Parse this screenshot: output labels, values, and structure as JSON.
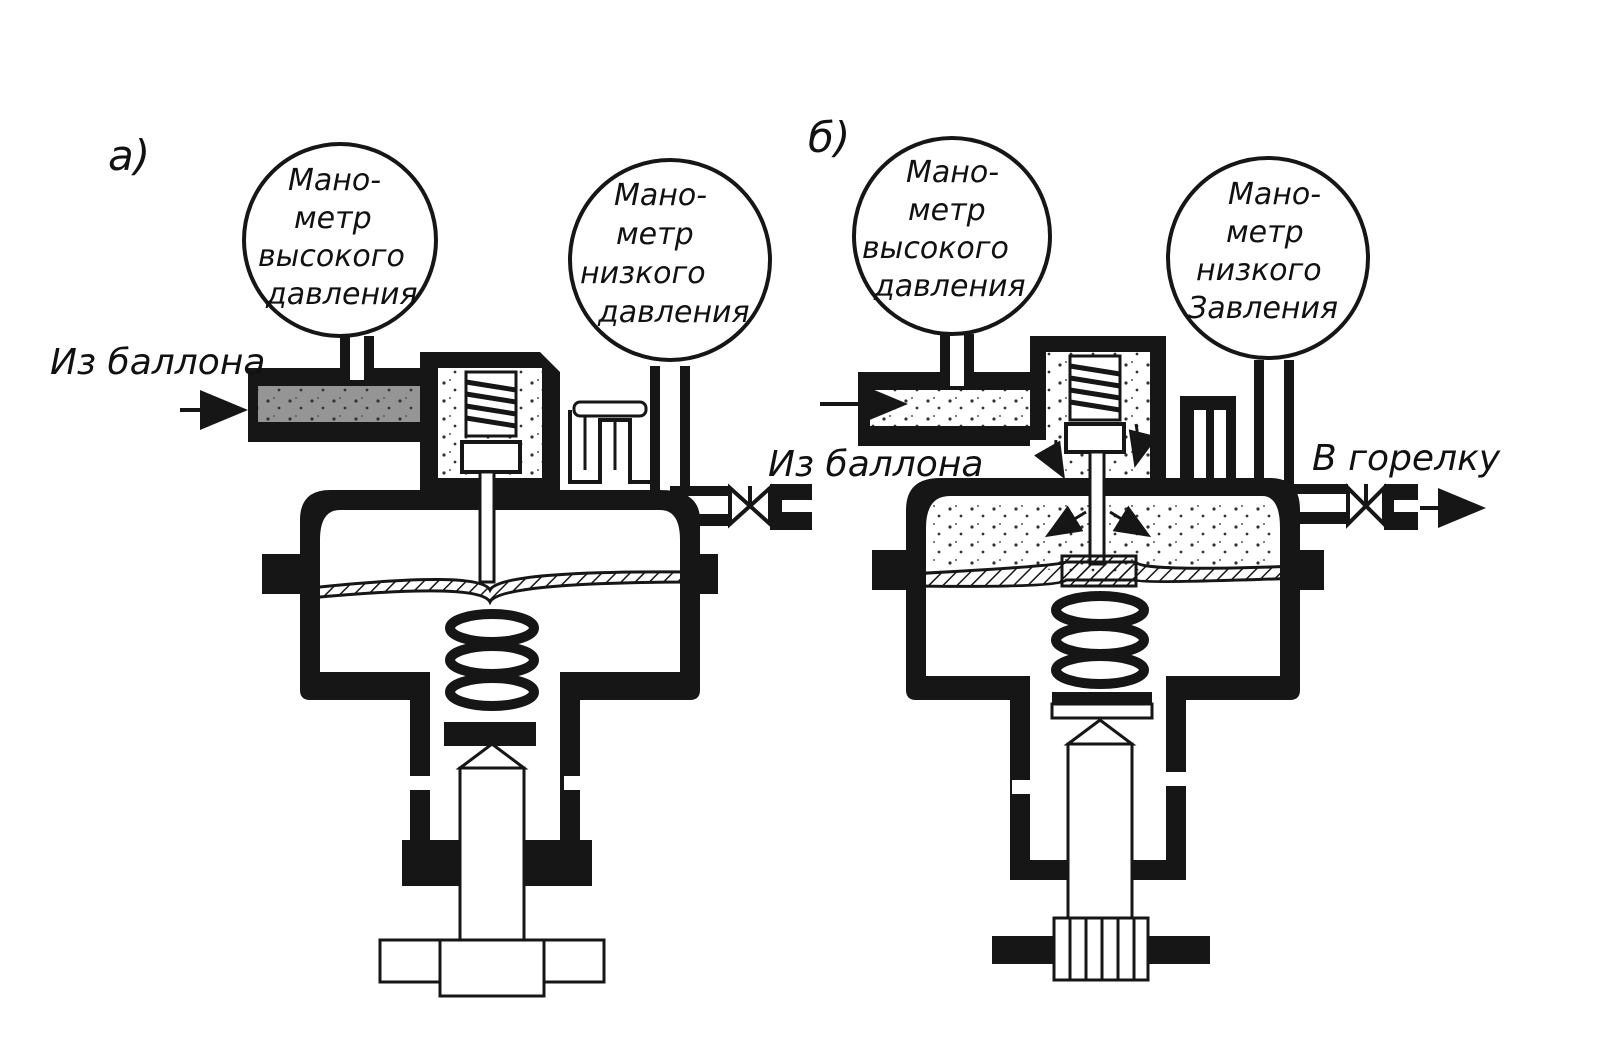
{
  "panel_a": {
    "letter": "а)",
    "gauge_high": [
      "Мано-",
      "метр",
      "высокого",
      "давления"
    ],
    "gauge_low": [
      "Мано-",
      "метр",
      "низкого",
      "давления"
    ],
    "inlet_label": "Из баллона",
    "outlet_label": "Из баллона"
  },
  "panel_b": {
    "letter": "б)",
    "gauge_high": [
      "Мано-",
      "метр",
      "высокого",
      "давления"
    ],
    "gauge_low": [
      "Мано-",
      "метр",
      "низкого",
      "Завления"
    ],
    "outlet_label": "В горелку"
  }
}
